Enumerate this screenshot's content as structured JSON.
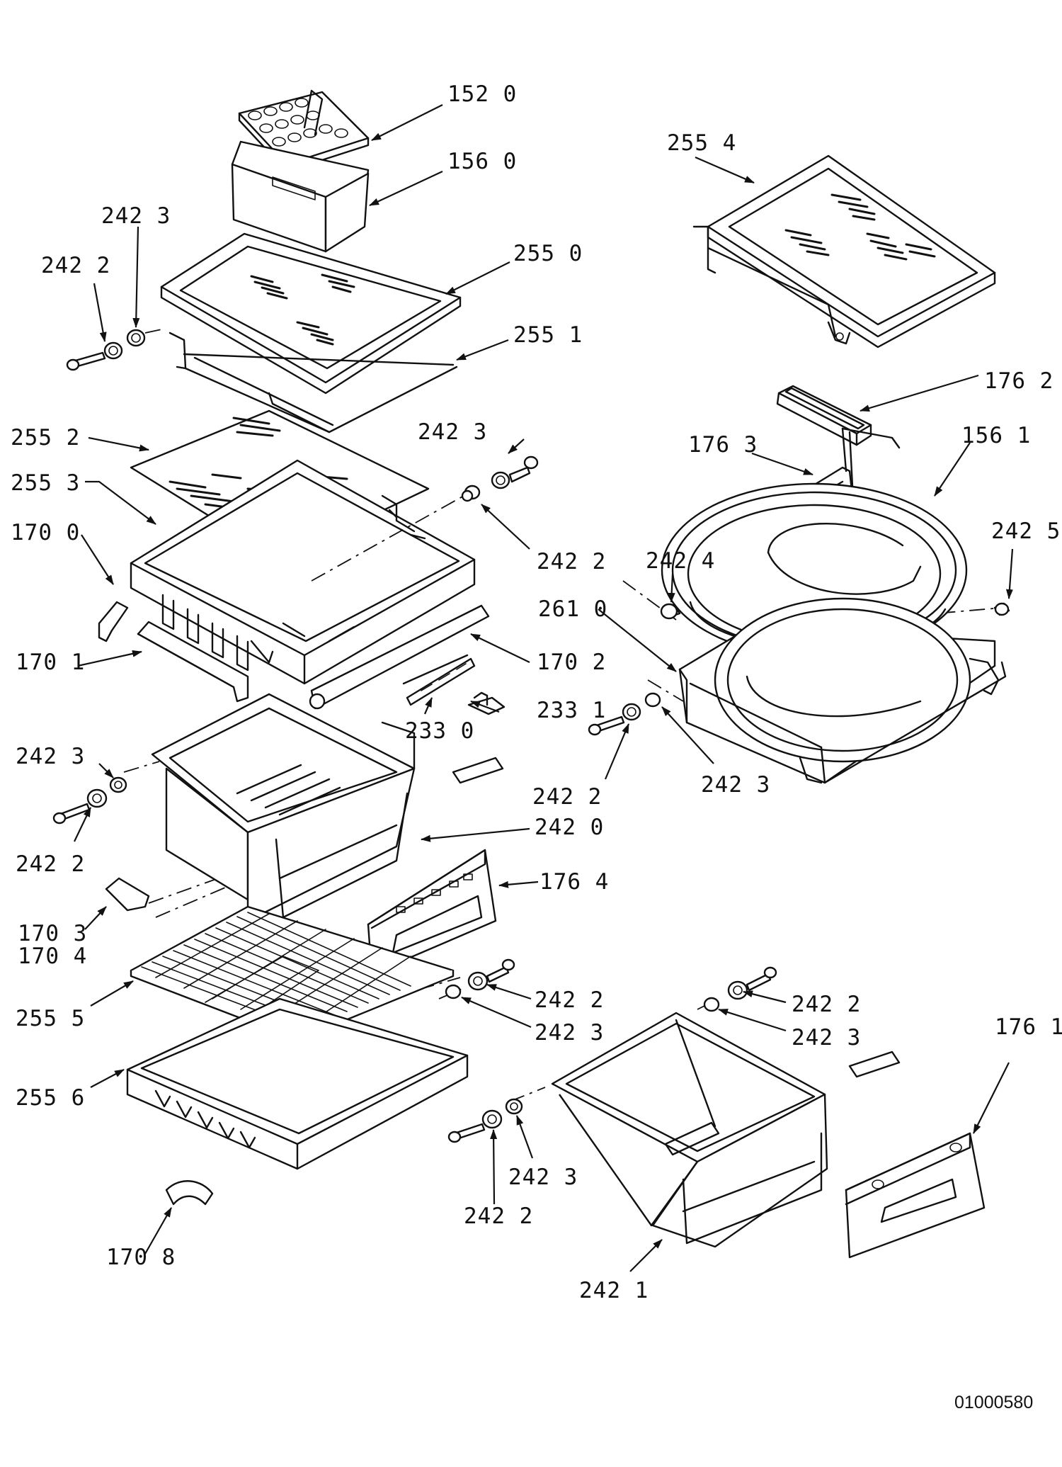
{
  "document_id": "01000580",
  "callouts": [
    {
      "id": "c1520",
      "text": "152 0"
    },
    {
      "id": "c1560",
      "text": "156 0"
    },
    {
      "id": "c2550",
      "text": "255 0"
    },
    {
      "id": "c2551",
      "text": "255 1"
    },
    {
      "id": "c2423a",
      "text": "242 3"
    },
    {
      "id": "c2422a",
      "text": "242 2"
    },
    {
      "id": "c2552",
      "text": "255 2"
    },
    {
      "id": "c2553",
      "text": "255 3"
    },
    {
      "id": "c1700",
      "text": "170 0"
    },
    {
      "id": "c1701",
      "text": "170 1"
    },
    {
      "id": "c2423b",
      "text": "242 3"
    },
    {
      "id": "c2422b",
      "text": "242 2"
    },
    {
      "id": "c1702",
      "text": "170 2"
    },
    {
      "id": "c2331",
      "text": "233 1"
    },
    {
      "id": "c2330",
      "text": "233 0"
    },
    {
      "id": "c2423c",
      "text": "242 3"
    },
    {
      "id": "c2422c",
      "text": "242 2"
    },
    {
      "id": "c2420",
      "text": "242 0"
    },
    {
      "id": "c1764",
      "text": "176 4"
    },
    {
      "id": "c1703",
      "text": "170 3"
    },
    {
      "id": "c1704",
      "text": "170 4"
    },
    {
      "id": "c2555",
      "text": "255 5"
    },
    {
      "id": "c2422d",
      "text": "242 2"
    },
    {
      "id": "c2423d",
      "text": "242 3"
    },
    {
      "id": "c2556",
      "text": "255 6"
    },
    {
      "id": "c1708",
      "text": "170 8"
    },
    {
      "id": "c2554",
      "text": "255 4"
    },
    {
      "id": "c1762",
      "text": "176 2"
    },
    {
      "id": "c1763",
      "text": "176 3"
    },
    {
      "id": "c1561",
      "text": "156 1"
    },
    {
      "id": "c2424",
      "text": "242 4"
    },
    {
      "id": "c2425",
      "text": "242 5"
    },
    {
      "id": "c2610",
      "text": "261 0"
    },
    {
      "id": "c2422e",
      "text": "242 2"
    },
    {
      "id": "c2423e",
      "text": "242 3"
    },
    {
      "id": "c2422f",
      "text": "242 2"
    },
    {
      "id": "c2423f",
      "text": "242 3"
    },
    {
      "id": "c1761",
      "text": "176 1"
    },
    {
      "id": "c2423g",
      "text": "242 3"
    },
    {
      "id": "c2422g",
      "text": "242 2"
    },
    {
      "id": "c2421",
      "text": "242 1"
    }
  ]
}
